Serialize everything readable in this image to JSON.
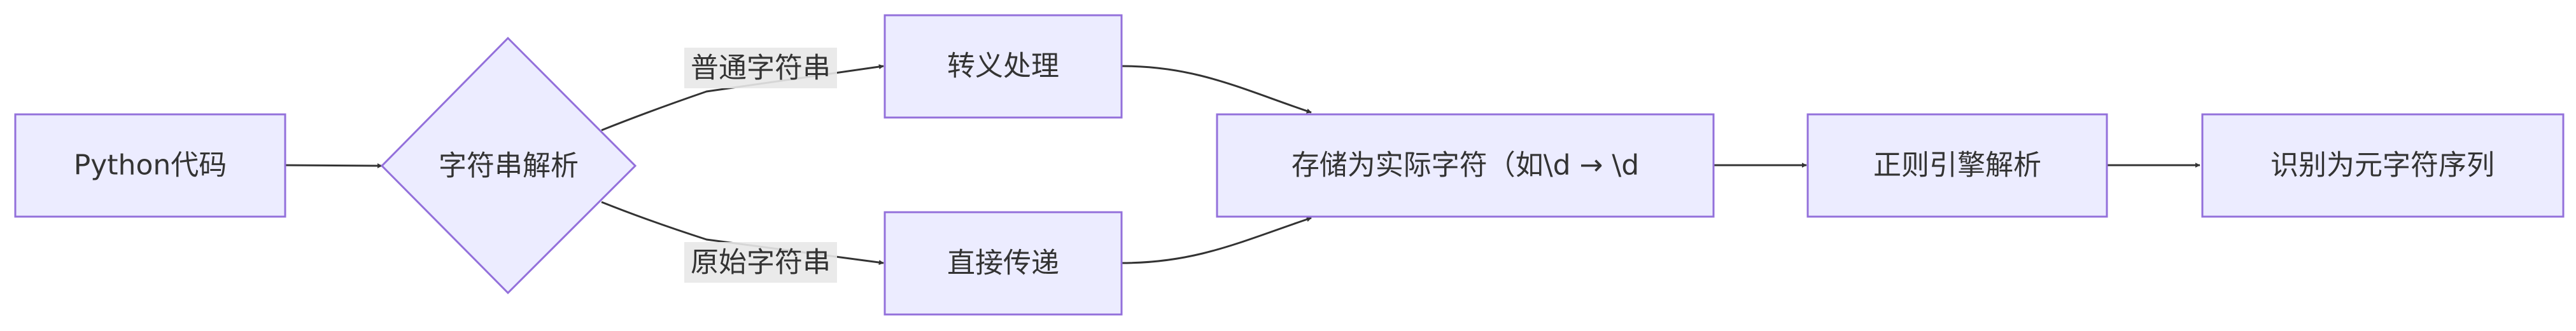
{
  "diagram": {
    "nodes": {
      "python_code": "Python代码",
      "string_parse": "字符串解析",
      "escape_handle": "转义处理",
      "direct_pass": "直接传递",
      "store_actual": "存储为实际字符（如\\d → \\d",
      "regex_parse": "正则引擎解析",
      "recognize_meta": "识别为元字符序列"
    },
    "edges": {
      "normal_string": "普通字符串",
      "raw_string": "原始字符串"
    }
  },
  "colors": {
    "node_fill": "#ECECFF",
    "node_stroke": "#9370DB",
    "edge": "#333333",
    "edge_label_bg": "#e8e8e8"
  }
}
